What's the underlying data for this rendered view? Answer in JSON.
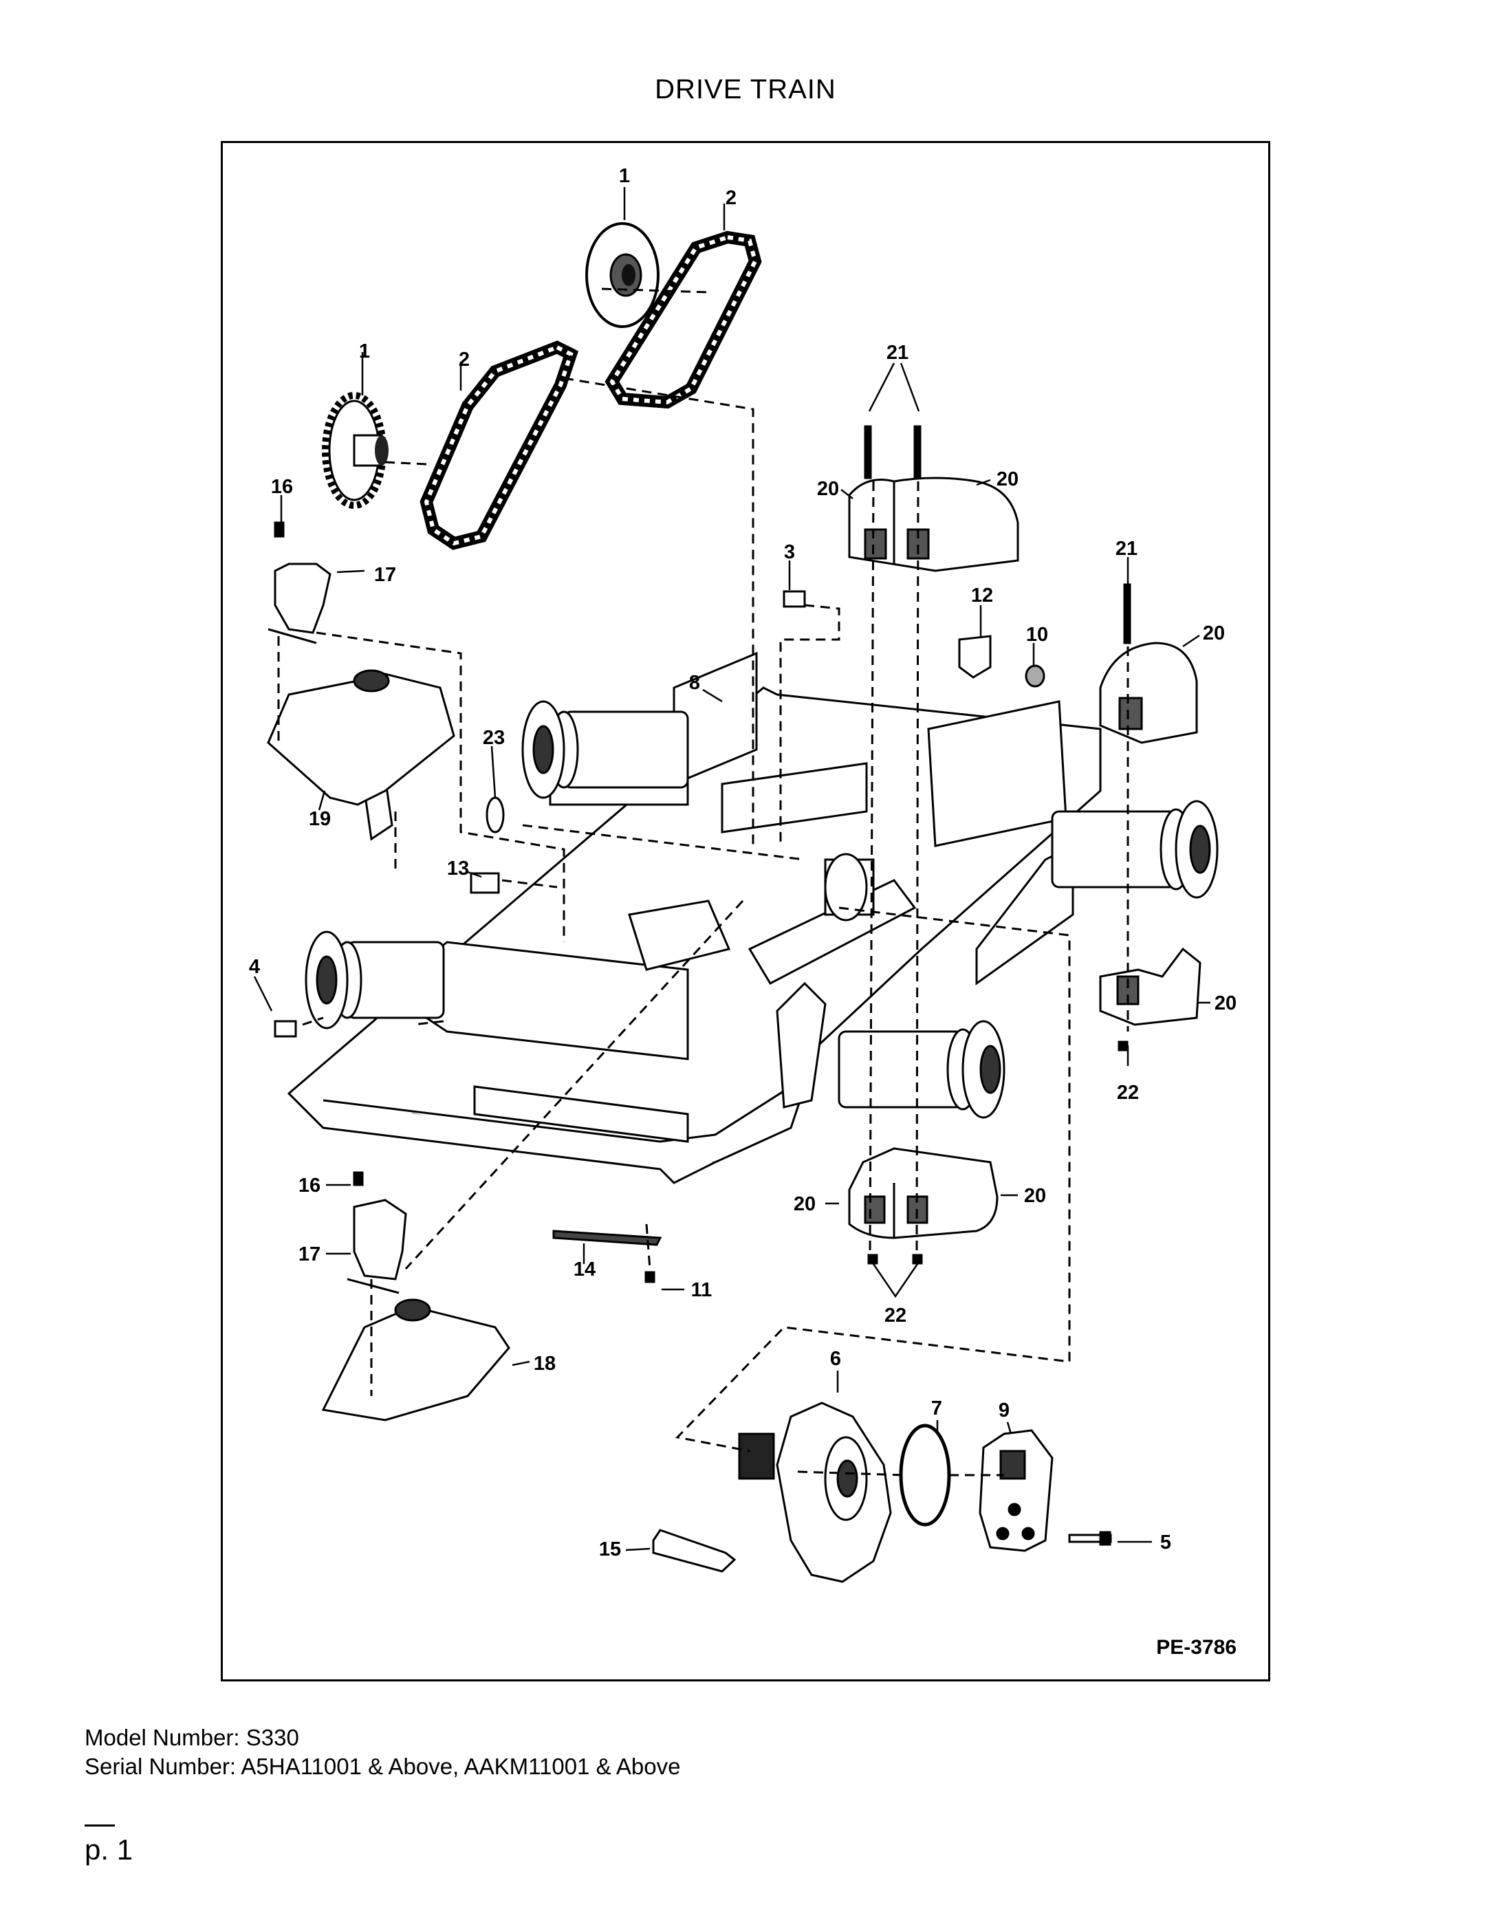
{
  "page_title": "DRIVE TRAIN",
  "drawing_number": "PE-3786",
  "callouts": [
    "1",
    "2",
    "3",
    "4",
    "5",
    "6",
    "7",
    "8",
    "9",
    "10",
    "11",
    "12",
    "13",
    "14",
    "15",
    "16",
    "17",
    "18",
    "19",
    "20",
    "21",
    "22",
    "23"
  ],
  "model_line": "Model Number: S330",
  "serial_line": "Serial Number: A5HA11001 & Above, AAKM11001 & Above",
  "page_number": "p. 1"
}
